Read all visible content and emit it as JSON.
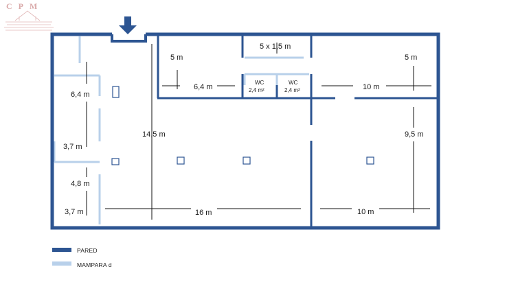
{
  "logo": {
    "letters": "CPM"
  },
  "colors": {
    "wall": "#2d5592",
    "partition": "#b8d0ea",
    "dim_line": "#111111",
    "logo": "#d9a9a9"
  },
  "icons": {
    "entrance": "entrance-arrow-icon",
    "column": "column-icon"
  },
  "dimensions": {
    "d_5m_left": "5 m",
    "d_5x15": "5 x 1,5 m",
    "d_5m_right": "5 m",
    "d_64_top": "6,4 m",
    "d_10_top": "10 m",
    "d_64_left": "6,4 m",
    "d_145": "14,5 m",
    "d_95": "9,5 m",
    "d_37_upper": "3,7 m",
    "d_48": "4,8 m",
    "d_37_lower": "3,7 m",
    "d_16": "16 m",
    "d_10_bottom": "10 m"
  },
  "wc_rooms": [
    {
      "title": "WC",
      "area": "2,4 m²"
    },
    {
      "title": "WC",
      "area": "2,4 m²"
    }
  ],
  "legend": [
    {
      "label": "PARED",
      "type": "wall"
    },
    {
      "label": "MAMPARA d",
      "type": "partition"
    }
  ]
}
